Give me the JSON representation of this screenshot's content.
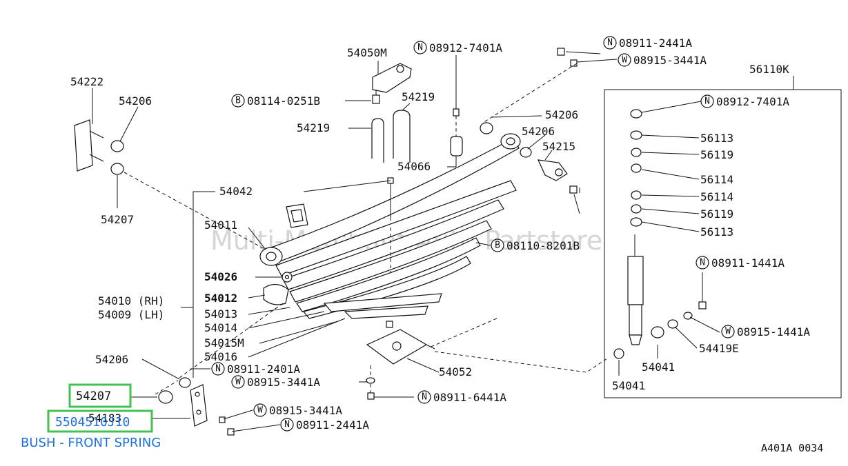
{
  "watermark": "Multi-Merchant Auto Partstore",
  "drawing_code": "A401A 0034",
  "highlight": {
    "part_no": "54207",
    "oem_no": "5504510J10",
    "description": "BUSH - FRONT SPRING"
  },
  "kit_label": "56110K",
  "callouts": {
    "c54222": "54222",
    "c54206a": "54206",
    "c54207": "54207",
    "c54050m": "54050M",
    "c54219a": "54219",
    "c54219b": "54219",
    "c54066": "54066",
    "c54206b": "54206",
    "c54206c": "54206",
    "c54215": "54215",
    "c54042": "54042",
    "c54011": "54011",
    "c54026": "54026",
    "c54010": "54010 (RH)",
    "c54009": "54009 (LH)",
    "c54012": "54012",
    "c54013": "54013",
    "c54014": "54014",
    "c54015m": "54015M",
    "c54016": "54016",
    "c54206d": "54206",
    "c54183": "54183",
    "c54052": "54052",
    "c56113a": "56113",
    "c56119a": "56119",
    "c56114a": "56114",
    "c56114b": "56114",
    "c56119b": "56119",
    "c56113b": "56113",
    "c54041a": "54041",
    "c54041b": "54041",
    "c54419e": "54419E"
  },
  "prefixed": {
    "p1": {
      "prefix": "N",
      "num": "08912-7401A"
    },
    "p2": {
      "prefix": "N",
      "num": "08911-2441A"
    },
    "p3": {
      "prefix": "W",
      "num": "08915-3441A"
    },
    "p4": {
      "prefix": "B",
      "num": "08114-0251B"
    },
    "p5": {
      "prefix": "N",
      "num": "08912-7401A"
    },
    "p6": {
      "prefix": "B",
      "num": "08110-8201B"
    },
    "p7": {
      "prefix": "N",
      "num": "08911-1441A"
    },
    "p8": {
      "prefix": "W",
      "num": "08915-1441A"
    },
    "p9": {
      "prefix": "N",
      "num": "08911-2401A"
    },
    "p10": {
      "prefix": "W",
      "num": "08915-3441A"
    },
    "p11": {
      "prefix": "N",
      "num": "08911-6441A"
    },
    "p12": {
      "prefix": "W",
      "num": "08915-3441A"
    },
    "p13": {
      "prefix": "N",
      "num": "08911-2441A"
    }
  }
}
